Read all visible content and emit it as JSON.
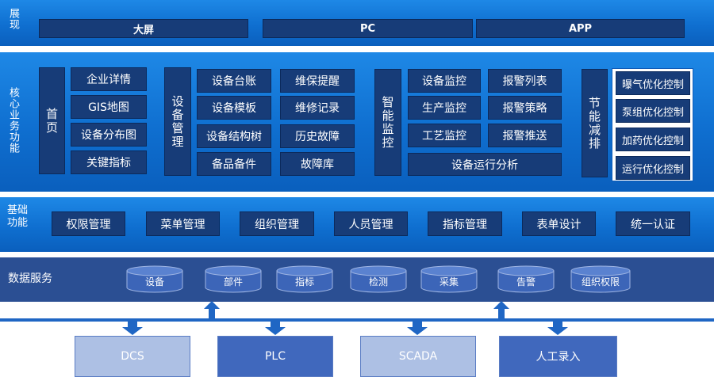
{
  "display": {
    "title": "展现",
    "items": [
      "大屏",
      "PC",
      "APP"
    ]
  },
  "core": {
    "title": "核心业务功能",
    "home": {
      "label": "首页",
      "items": [
        "企业详情",
        "GIS地图",
        "设备分布图",
        "关键指标"
      ]
    },
    "device_mgmt": {
      "label": "设备管理",
      "col1": [
        "设备台账",
        "设备模板",
        "设备结构树",
        "备品备件"
      ],
      "col2": [
        "维保提醒",
        "维修记录",
        "历史故障",
        "故障库"
      ]
    },
    "smart_monitor": {
      "label": "智能监控",
      "col1": [
        "设备监控",
        "生产监控",
        "工艺监控"
      ],
      "col2": [
        "报警列表",
        "报警策略",
        "报警推送"
      ],
      "wide": "设备运行分析"
    },
    "energy": {
      "label": "节能减排",
      "items": [
        "曝气优化控制",
        "泵组优化控制",
        "加药优化控制",
        "运行优化控制"
      ]
    }
  },
  "base": {
    "title": "基础功能",
    "items": [
      "权限管理",
      "菜单管理",
      "组织管理",
      "人员管理",
      "指标管理",
      "表单设计",
      "统一认证"
    ]
  },
  "data_service": {
    "title": "数据服务",
    "items": [
      "设备",
      "部件",
      "指标",
      "检测",
      "采集",
      "告警",
      "组织权限"
    ]
  },
  "sources": [
    "DCS",
    "PLC",
    "SCADA",
    "人工录入"
  ],
  "colors": {
    "band": "#1478dc",
    "box": "#173c78",
    "data_band": "#2b4f93",
    "cylinder": "#3c65b8",
    "src_light": "#adc0e4",
    "src_dark": "#4068bd",
    "arrow": "#1f66c4"
  }
}
